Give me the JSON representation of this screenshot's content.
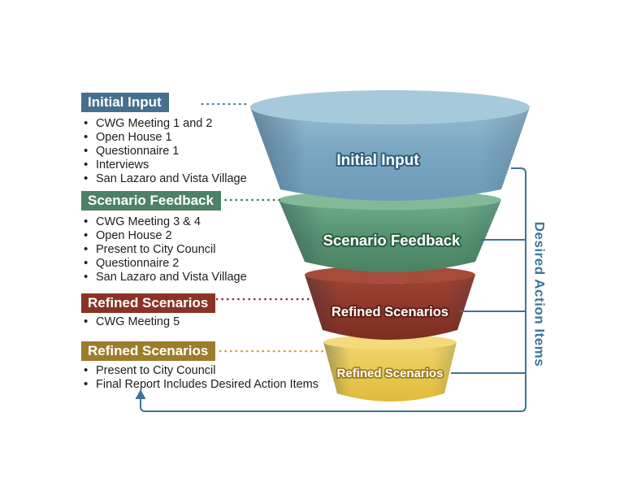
{
  "sections": [
    {
      "label": "Initial Input",
      "accent_color": "#46708d",
      "items": [
        "CWG Meeting 1 and 2",
        "Open House 1",
        "Questionnaire 1",
        "Interviews",
        "San Lazaro and Vista Village"
      ]
    },
    {
      "label": "Scenario Feedback",
      "accent_color": "#4d8166",
      "items": [
        "CWG Meeting 3 & 4",
        "Open House 2",
        "Present to City Council",
        "Questionnaire 2",
        "San Lazaro and Vista Village"
      ]
    },
    {
      "label": "Refined Scenarios",
      "accent_color": "#8b3226",
      "items": [
        "CWG Meeting 5"
      ]
    },
    {
      "label": "Refined Scenarios",
      "accent_color": "#9c7c2d",
      "items": [
        "Present to City Council",
        "Final Report Includes Desired Action Items"
      ]
    }
  ],
  "funnel": {
    "stages": [
      {
        "label": "Initial Input",
        "color": "#7ba7c1"
      },
      {
        "label": "Scenario Feedback",
        "color": "#579272"
      },
      {
        "label": "Refined Scenarios",
        "color": "#8c382a"
      },
      {
        "label": "Refined Scenarios",
        "color": "#e9c953"
      }
    ]
  },
  "right_label": "Desired Action Items",
  "colors": {
    "bracket_line": "#3f7494",
    "background": "#ffffff",
    "body_text": "#1d1d1b"
  }
}
